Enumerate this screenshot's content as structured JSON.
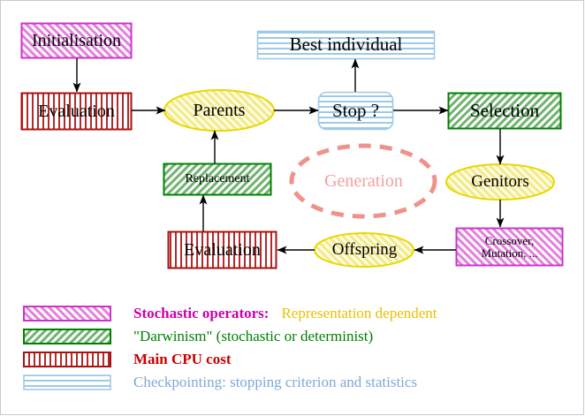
{
  "diagram": {
    "title_nodes": {
      "initialisation": "Initialisation",
      "evaluation_top": "Evaluation",
      "parents": "Parents",
      "best_individual": "Best individual",
      "stop": "Stop ?",
      "selection": "Selection",
      "genitors": "Genitors",
      "crossover_line1": "Crossover,",
      "crossover_line2": "Mutation, ...",
      "offspring": "Offspring",
      "evaluation_bottom": "Evaluation",
      "replacement": "Replacement",
      "generation": "Generation"
    },
    "colors": {
      "magenta": "#cc33cc",
      "green": "#008000",
      "red": "#aa1111",
      "lightblue": "#9ecae8",
      "yellow": "#e8d800",
      "yellow_fill": "#fdfbd0",
      "salmon": "#f0928c",
      "pink_text": "#f2a0a0",
      "gold_text": "#e8c000",
      "legend_blue": "#7fa8d8",
      "arrow": "#000000"
    }
  },
  "legend": {
    "items": [
      {
        "pattern": "diagonal-forward",
        "color": "#cc33cc",
        "text": "Stochastic operators:",
        "text_color": "#cc00aa",
        "text2": "Representation dependent",
        "text2_color": "#e8c000"
      },
      {
        "pattern": "diagonal-back",
        "color": "#008000",
        "text": "\"Darwinism\" (stochastic or determinist)",
        "text_color": "#008000",
        "text2": "",
        "text2_color": ""
      },
      {
        "pattern": "vertical",
        "color": "#aa1111",
        "text": "Main CPU cost",
        "text_color": "#cc0000",
        "text2": "",
        "text2_color": ""
      },
      {
        "pattern": "horizontal",
        "color": "#9ecae8",
        "text": "Checkpointing: stopping criterion and statistics",
        "text_color": "#7fa8d8",
        "text2": "",
        "text2_color": ""
      }
    ]
  }
}
